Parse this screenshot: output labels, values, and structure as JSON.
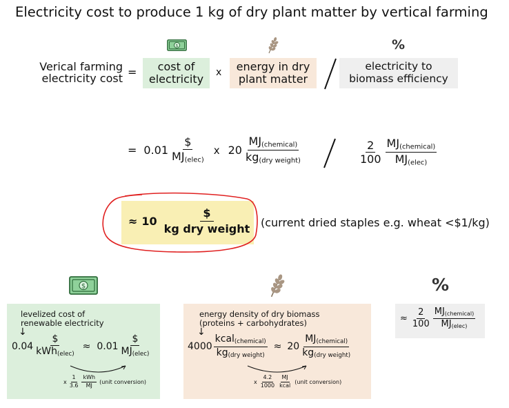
{
  "title": "Electricity cost to produce 1 kg of dry plant matter by vertical farming",
  "top": {
    "icons": [
      "money-icon",
      "wheat-icon",
      "percent-icon"
    ],
    "percent_glyph": "%",
    "lhs_line1": "Verical farming",
    "lhs_line2": "electricity cost",
    "eq": "=",
    "times": "x",
    "cost_line1": "cost of",
    "cost_line2": "electricity",
    "energy_line1": "energy in dry",
    "energy_line2": "plant matter",
    "eff_line1": "electricity to",
    "eff_line2": "biomass efficiency"
  },
  "formula": {
    "eq": "=",
    "c1_value": "0.01",
    "c1_num": "$",
    "c1_den": "MJ",
    "c1_den_sub": "(elec)",
    "times": "x",
    "c2_value": "20",
    "c2_num": "MJ",
    "c2_num_sub": "(chemical)",
    "c2_den": "kg",
    "c2_den_sub": "(dry weight)",
    "c3_num": "2",
    "c3_den": "100",
    "c3_unit_num": "MJ",
    "c3_unit_num_sub": "(chemical)",
    "c3_unit_den": "MJ",
    "c3_unit_den_sub": "(elec)"
  },
  "result": {
    "approx": "≈",
    "value": "10",
    "num": "$",
    "den": "kg dry weight",
    "note": "(current dried staples e.g. wheat <$1/kg)",
    "circle_color": "#e02020",
    "highlight_color": "#f9efb4"
  },
  "panels": {
    "elec": {
      "label_line1": "levelized cost of",
      "label_line2": "renewable electricity",
      "arrow": "↓",
      "v1": "0.04",
      "v1_num": "$",
      "v1_den": "kWh",
      "v1_den_sub": "(elec)",
      "approx": "≈",
      "v2": "0.01",
      "v2_num": "$",
      "v2_den": "MJ",
      "v2_den_sub": "(elec)",
      "conv_x": "x",
      "conv_n1": "1",
      "conv_d1": "3.6",
      "conv_n2": "kWh",
      "conv_d2": "MJ",
      "conv_note": "(unit conversion)"
    },
    "energy": {
      "label_line1": "energy density of dry biomass",
      "label_line2": "(proteins + carbohydrates)",
      "arrow": "↓",
      "v1": "4000",
      "v1_num": "kcal",
      "v1_num_sub": "(chemical)",
      "v1_den": "kg",
      "v1_den_sub": "(dry weight)",
      "approx": "≈",
      "v2": "20",
      "v2_num": "MJ",
      "v2_num_sub": "(chemical)",
      "v2_den": "kg",
      "v2_den_sub": "(dry weight)",
      "conv_x": "x",
      "conv_n1": "4.2",
      "conv_d1": "1000",
      "conv_n2": "MJ",
      "conv_d2": "kcal",
      "conv_note": "(unit conversion)"
    },
    "eff": {
      "approx": "≈",
      "num": "2",
      "den": "100",
      "unit_num": "MJ",
      "unit_num_sub": "(chemical)",
      "unit_den": "MJ",
      "unit_den_sub": "(elec)"
    }
  },
  "colors": {
    "green": "#dcefdc",
    "peach": "#f8e8da",
    "grey": "#efefef",
    "money": "#3f8f52"
  }
}
